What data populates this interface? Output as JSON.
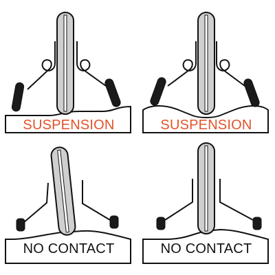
{
  "panels": [
    {
      "label": "SUSPENSION"
    },
    {
      "label": "SUSPENSION"
    },
    {
      "label": "NO CONTACT"
    },
    {
      "label": "NO CONTACT"
    }
  ],
  "colors": {
    "suspension_label": "#e2532a",
    "no_contact_label": "#111111",
    "outline": "#111111",
    "tire_fill": "#cfcfcf",
    "pad_fill": "#1a1a1a"
  }
}
